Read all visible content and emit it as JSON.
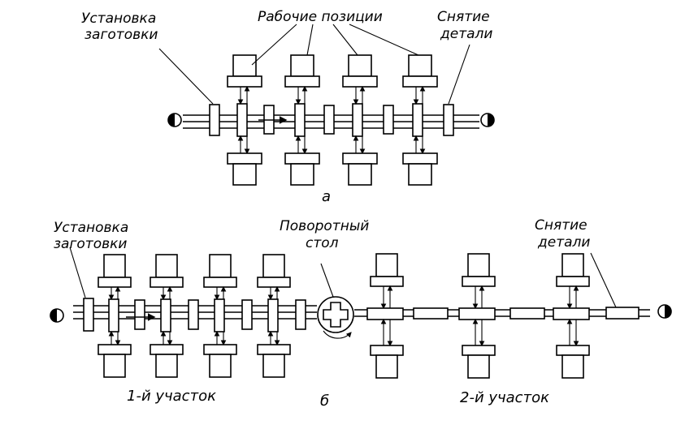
{
  "diagram_a": {
    "label_load": [
      "Установка",
      "заготовки"
    ],
    "label_work": "Рабочие позиции",
    "label_unload": [
      "Снятие",
      "детали"
    ],
    "caption": "а"
  },
  "diagram_b": {
    "label_load": [
      "Установка",
      "заготовки"
    ],
    "label_table": [
      "Поворотный",
      "стол"
    ],
    "label_unload": [
      "Снятие",
      "детали"
    ],
    "caption": "б",
    "section_1": "1-й  участок",
    "section_2": "2-й  участок"
  }
}
